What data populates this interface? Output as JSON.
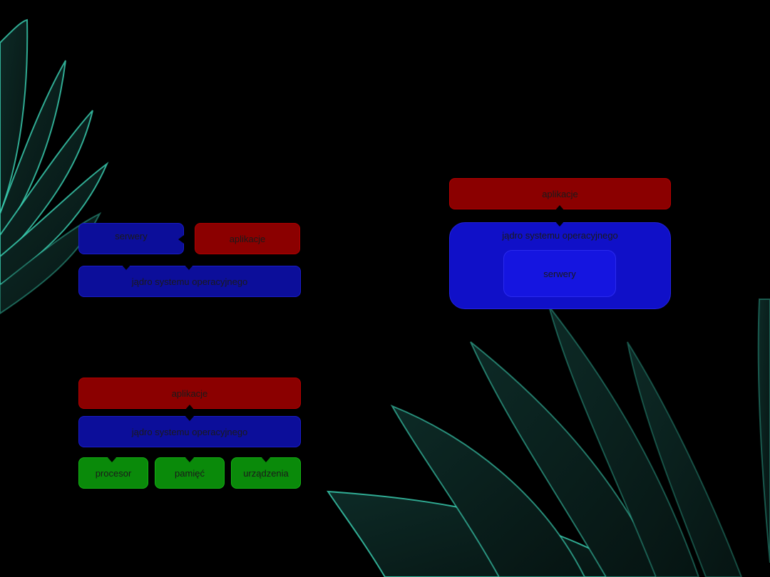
{
  "diagram_top_left": {
    "servers_label": "serwery",
    "apps_label": "aplikacje",
    "kernel_label": "jądro systemu operacyjnego"
  },
  "diagram_bottom_left": {
    "apps_label": "aplikacje",
    "kernel_label": "jądro systemu operacyjnego",
    "cpu_label": "procesor",
    "memory_label": "pamięć",
    "devices_label": "urządzenia"
  },
  "diagram_right": {
    "apps_label": "aplikacje",
    "kernel_label": "jądro systemu operacyjnego",
    "servers_label": "serwery"
  },
  "colors": {
    "apps": "#8b0000",
    "kernel": "#0c0e9a",
    "hardware": "#0a8a0a",
    "leaf_glow": "#3fe0c0"
  }
}
